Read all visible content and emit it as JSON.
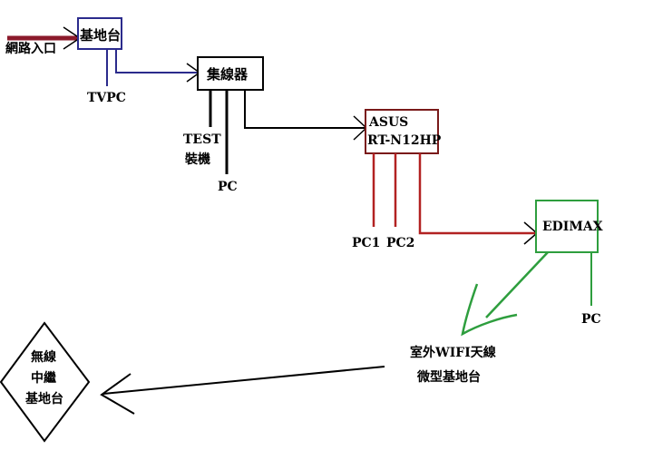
{
  "nodes": {
    "base_station": {
      "label": "基地台",
      "border_color": "#2b2b8c"
    },
    "internet_entry": {
      "label": "網路入口"
    },
    "tvpc": {
      "label": "TVPC"
    },
    "hub": {
      "label": "集線器",
      "border_color": "#000000"
    },
    "test_machine": {
      "line1": "TEST",
      "line2": "裝機"
    },
    "hub_pc": {
      "label": "PC"
    },
    "asus": {
      "line1": "ASUS",
      "line2": "RT-N12HP",
      "border_color": "#7a1a1a"
    },
    "pc1": {
      "label": "PC1"
    },
    "pc2": {
      "label": "PC2"
    },
    "edimax": {
      "label": "EDIMAX",
      "border_color": "#2e9e3e"
    },
    "edimax_pc": {
      "label": "PC"
    },
    "outdoor_antenna": {
      "line1": "室外WIFI天線",
      "line2": "微型基地台"
    },
    "repeater": {
      "line1": "無線",
      "line2": "中繼",
      "line3": "基地台"
    }
  },
  "colors": {
    "internet_line": "#8b1a2b",
    "blue_line": "#2b2b8c",
    "black_line": "#000000",
    "red_line": "#b22222",
    "green_line": "#2e9e3e"
  }
}
